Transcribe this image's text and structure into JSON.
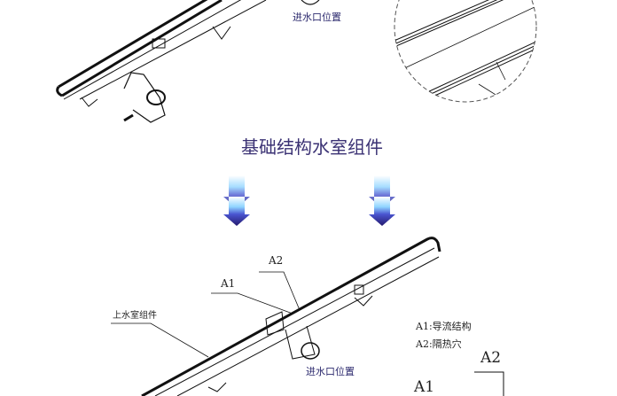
{
  "top_section": {
    "inlet_label": "进水口位置"
  },
  "title": "基础结构水室组件",
  "bottom_section": {
    "label_a2": "A2",
    "label_a1": "A1",
    "label_upper_chamber": "上水室组件",
    "inlet_label": "进水口位置",
    "legend_a1": "A1:导流结构",
    "legend_a2": "A2:隔热穴",
    "detail_a2": "A2",
    "detail_a1": "A1"
  },
  "colors": {
    "title": "#3b3274",
    "arrow_top": "#bfe8ff",
    "arrow_bottom": "#2a1f7a"
  }
}
